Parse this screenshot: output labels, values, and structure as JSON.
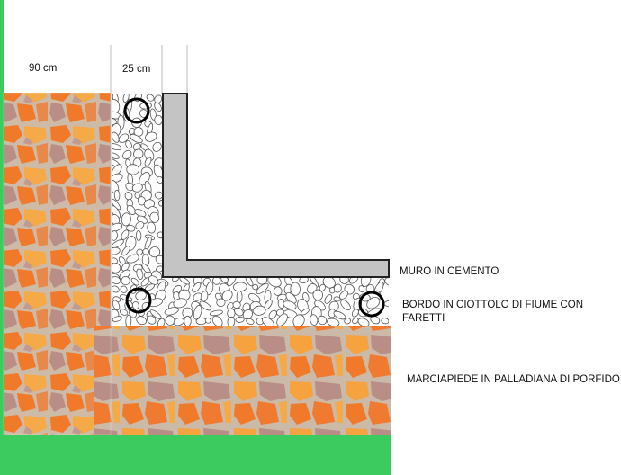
{
  "dimensions": {
    "left_width": "90 cm",
    "pebble_width": "25 cm"
  },
  "labels": {
    "wall": "MURO IN CEMENTO",
    "border": "BORDO IN CIOTTOLO DI FIUME CON FARETTI",
    "sidewalk": "MARCIAPIEDE IN PALLADIANA DI PORFIDO"
  },
  "colors": {
    "lawn": "#3ccb5e",
    "wall_fill": "#c4c4c4",
    "stone_orange": "#f07a2a",
    "stone_light": "#f6a947",
    "stone_mauve": "#b88e86",
    "mortar": "#cbb9a6"
  }
}
